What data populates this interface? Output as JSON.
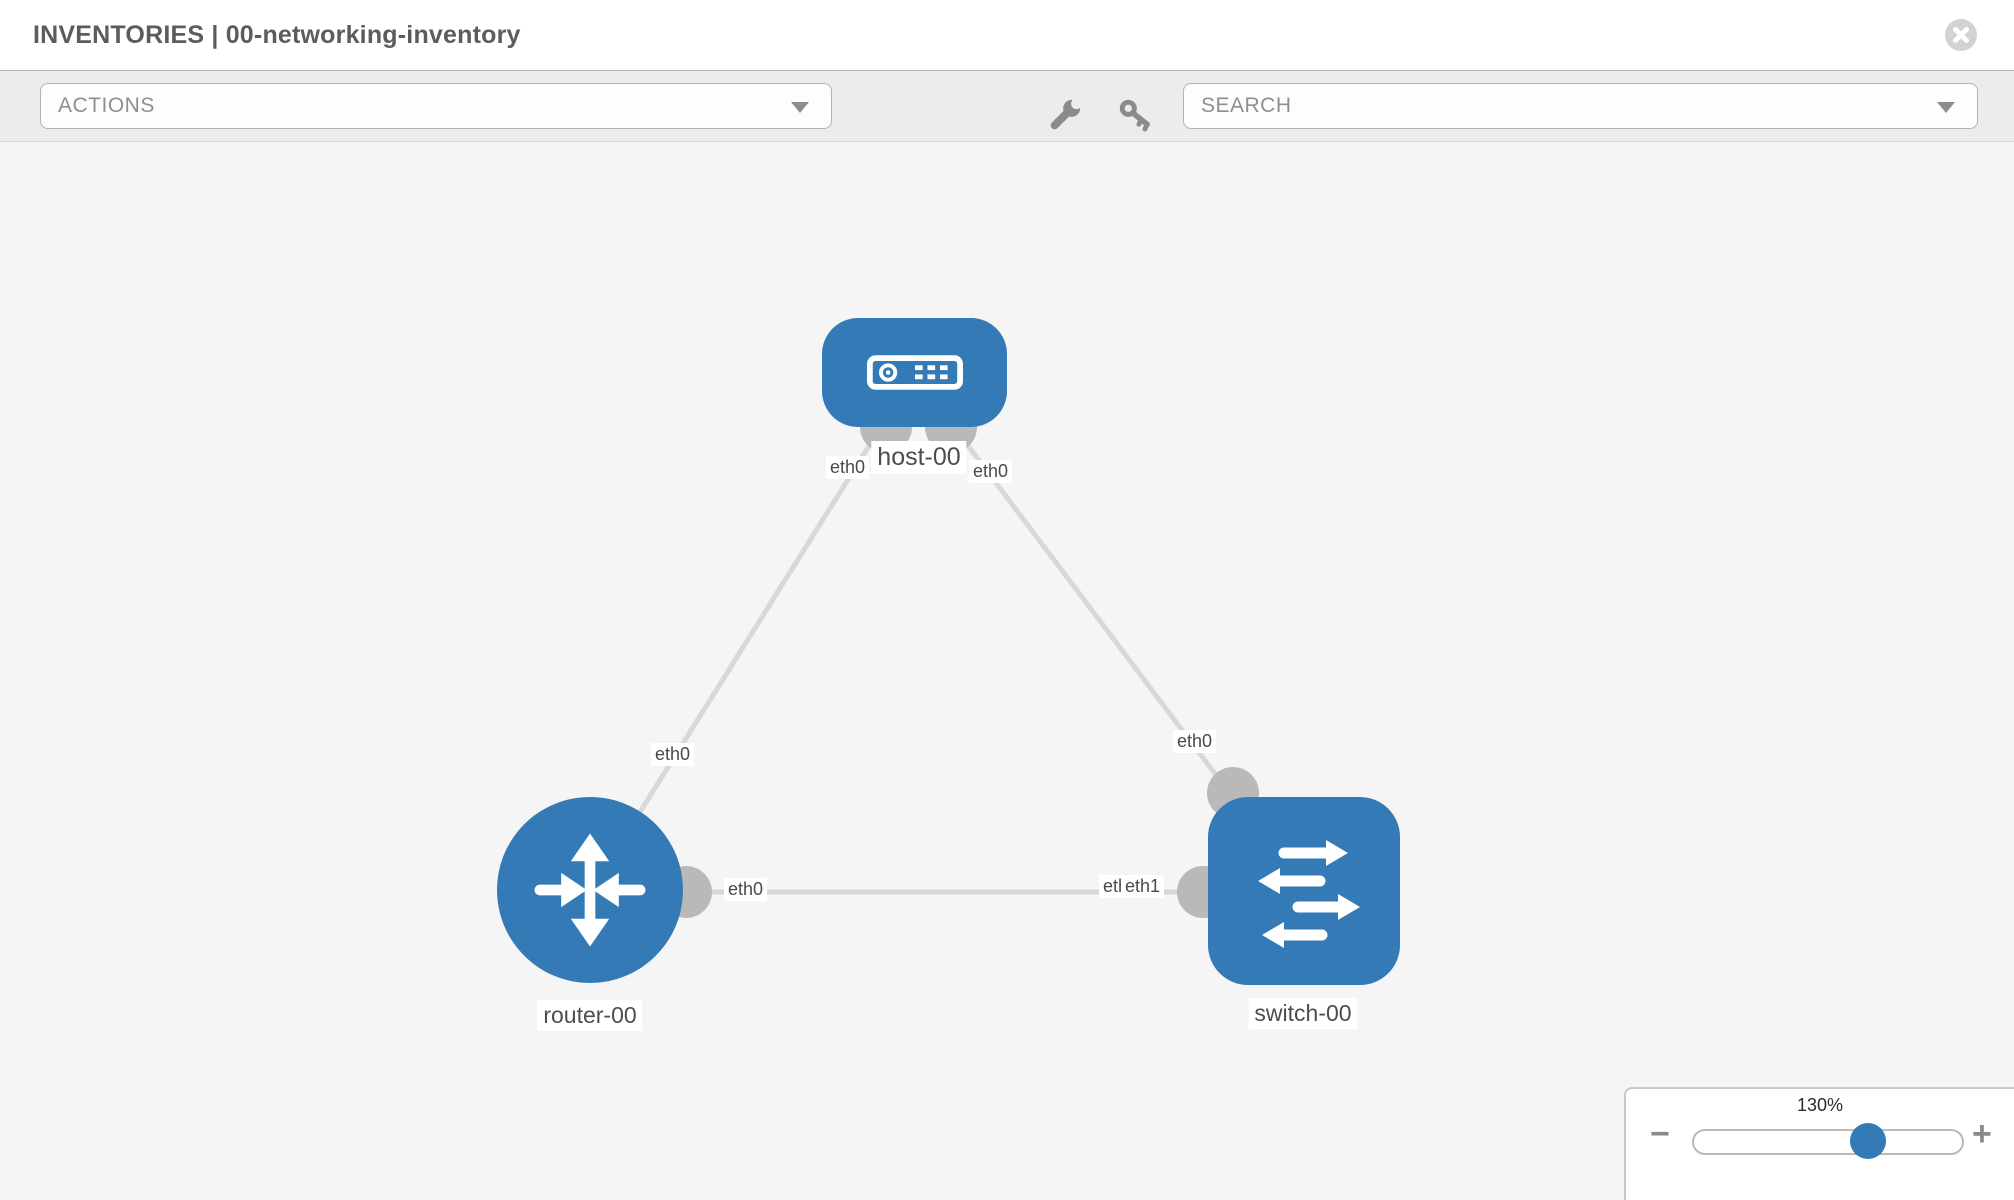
{
  "header": {
    "title": "INVENTORIES | 00-networking-inventory"
  },
  "toolbar": {
    "actions_label": "ACTIONS",
    "search_placeholder": "SEARCH",
    "icons": [
      "wrench-icon",
      "key-icon",
      "caret-down-icon"
    ]
  },
  "diagram": {
    "nodes": [
      {
        "label": "host-00",
        "type": "host"
      },
      {
        "label": "router-00",
        "type": "router"
      },
      {
        "label": "switch-00",
        "type": "switch"
      }
    ],
    "links": [
      {
        "from": "host-00",
        "from_if": "eth0",
        "to": "router-00",
        "to_if": "eth0"
      },
      {
        "from": "host-00",
        "from_if": "eth0",
        "to": "switch-00",
        "to_if": "eth0"
      },
      {
        "from": "router-00",
        "from_if": "eth0",
        "to": "switch-00",
        "to_if": "eth1"
      }
    ],
    "overlap_back_label": "eth0"
  },
  "zoom": {
    "level": "130%",
    "minus_glyph": "−",
    "plus_glyph": "+",
    "slider_position_pct": 64
  },
  "colors": {
    "node_blue": "#337ab7",
    "link_gray": "#d8d8d8",
    "connector_gray": "#b9b9b9",
    "canvas_bg": "#f5f5f5",
    "toolbar_bg": "#ececec",
    "title_gray": "#5e5c58"
  }
}
